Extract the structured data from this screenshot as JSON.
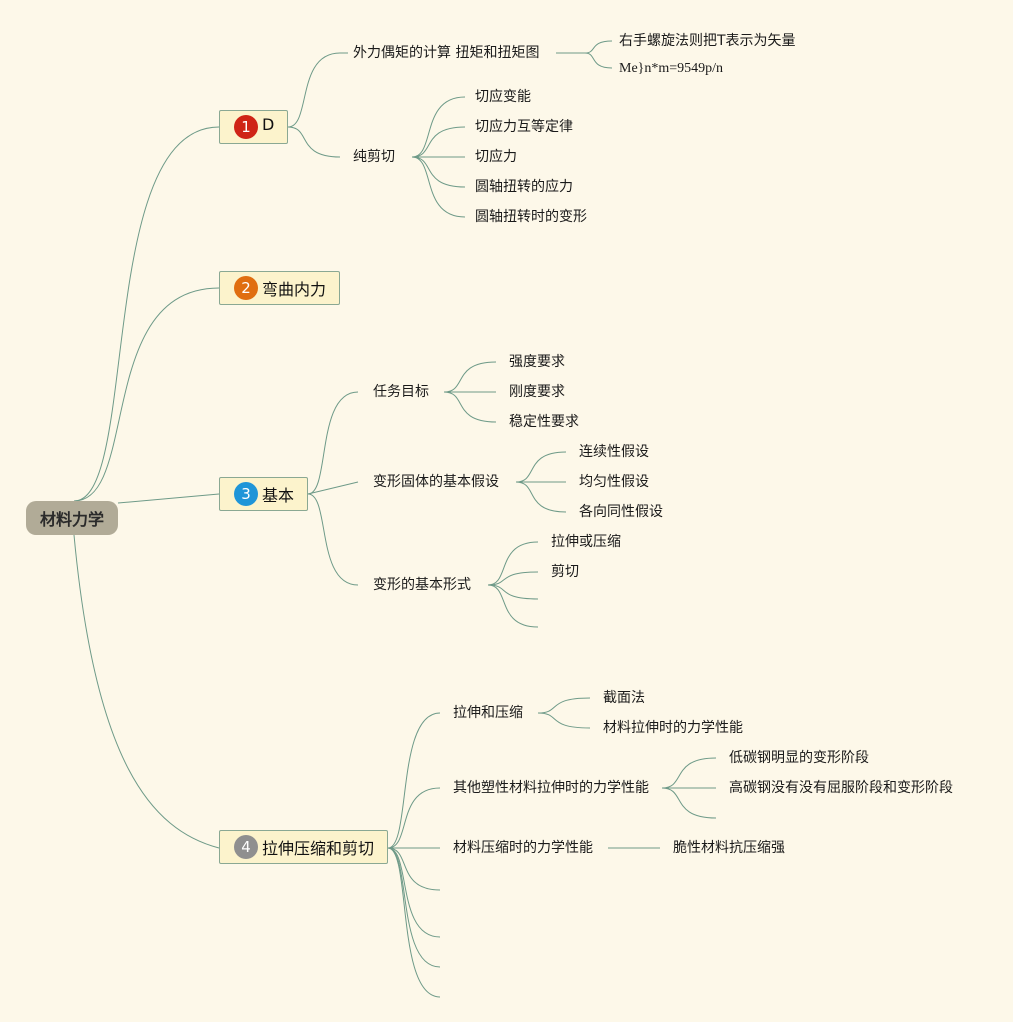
{
  "root": {
    "label": "材料力学"
  },
  "branches": [
    {
      "number": "1",
      "label": "D",
      "badge_color": "#cf2416",
      "topics": [
        {
          "label": "外力偶矩的计算 扭矩和扭矩图",
          "children": [
            "右手螺旋法则把T表示为矢量",
            "Me}n*m=9549p/n"
          ]
        },
        {
          "label": "纯剪切",
          "children": [
            "切应变能",
            "切应力互等定律",
            "切应力",
            "圆轴扭转的应力",
            "圆轴扭转时的变形"
          ]
        }
      ]
    },
    {
      "number": "2",
      "label": "弯曲内力",
      "badge_color": "#e06e10",
      "topics": []
    },
    {
      "number": "3",
      "label": "基本",
      "badge_color": "#1f95d8",
      "topics": [
        {
          "label": "任务目标",
          "children": [
            "强度要求",
            "刚度要求",
            "稳定性要求"
          ]
        },
        {
          "label": "变形固体的基本假设",
          "children": [
            "连续性假设",
            "均匀性假设",
            "各向同性假设"
          ]
        },
        {
          "label": "变形的基本形式",
          "children": [
            "拉伸或压缩",
            "剪切",
            "",
            ""
          ]
        }
      ]
    },
    {
      "number": "4",
      "label": "拉伸压缩和剪切",
      "badge_color": "#8f8f8f",
      "topics": [
        {
          "label": "拉伸和压缩",
          "children": [
            "截面法",
            "材料拉伸时的力学性能"
          ]
        },
        {
          "label": "其他塑性材料拉伸时的力学性能",
          "children": [
            "低碳钢明显的变形阶段",
            "高碳钢没有没有屈服阶段和变形阶段"
          ]
        },
        {
          "label": "材料压缩时的力学性能",
          "children": [
            "脆性材料抗压缩强"
          ]
        },
        {
          "label": "",
          "children": []
        },
        {
          "label": "",
          "children": []
        },
        {
          "label": "",
          "children": []
        },
        {
          "label": "",
          "children": []
        }
      ]
    }
  ],
  "colors": {
    "background": "#fdf8e9",
    "line": "#6e9a88",
    "root_fill": "#b1ab97",
    "branch_fill": "#fcf3cc",
    "branch_border": "#8aa893"
  }
}
